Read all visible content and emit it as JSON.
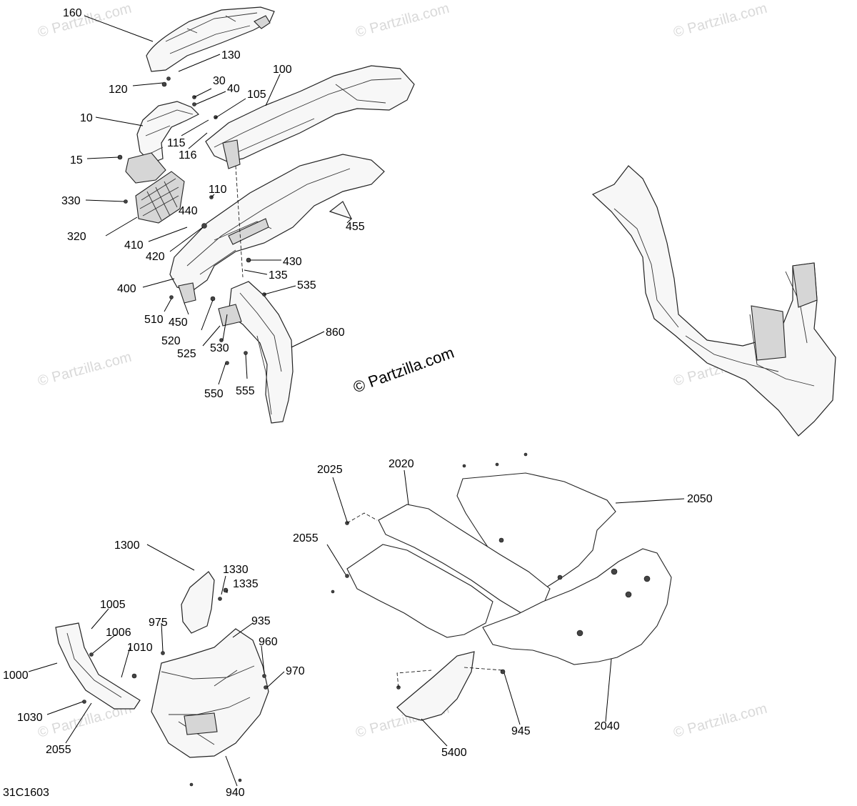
{
  "watermark_text": "© Partzilla.com",
  "brand_text": "© Partzilla.com",
  "diagram_code": "31C1603",
  "callouts": [
    {
      "id": "160",
      "text": "160"
    },
    {
      "id": "130",
      "text": "130"
    },
    {
      "id": "120",
      "text": "120"
    },
    {
      "id": "30",
      "text": "30"
    },
    {
      "id": "40",
      "text": "40"
    },
    {
      "id": "100",
      "text": "100"
    },
    {
      "id": "105",
      "text": "105"
    },
    {
      "id": "10",
      "text": "10"
    },
    {
      "id": "115",
      "text": "115"
    },
    {
      "id": "116",
      "text": "116"
    },
    {
      "id": "15",
      "text": "15"
    },
    {
      "id": "110",
      "text": "110"
    },
    {
      "id": "330",
      "text": "330"
    },
    {
      "id": "440",
      "text": "440"
    },
    {
      "id": "455",
      "text": "455"
    },
    {
      "id": "320",
      "text": "320"
    },
    {
      "id": "410",
      "text": "410"
    },
    {
      "id": "420",
      "text": "420"
    },
    {
      "id": "430",
      "text": "430"
    },
    {
      "id": "135",
      "text": "135"
    },
    {
      "id": "400",
      "text": "400"
    },
    {
      "id": "535",
      "text": "535"
    },
    {
      "id": "510",
      "text": "510"
    },
    {
      "id": "450",
      "text": "450"
    },
    {
      "id": "520",
      "text": "520"
    },
    {
      "id": "860",
      "text": "860"
    },
    {
      "id": "525",
      "text": "525"
    },
    {
      "id": "530",
      "text": "530"
    },
    {
      "id": "550",
      "text": "550"
    },
    {
      "id": "555",
      "text": "555"
    },
    {
      "id": "2025",
      "text": "2025"
    },
    {
      "id": "2020",
      "text": "2020"
    },
    {
      "id": "2050",
      "text": "2050"
    },
    {
      "id": "2055a",
      "text": "2055"
    },
    {
      "id": "1300",
      "text": "1300"
    },
    {
      "id": "1330",
      "text": "1330"
    },
    {
      "id": "1335",
      "text": "1335"
    },
    {
      "id": "1005",
      "text": "1005"
    },
    {
      "id": "935",
      "text": "935"
    },
    {
      "id": "1006",
      "text": "1006"
    },
    {
      "id": "975",
      "text": "975"
    },
    {
      "id": "960",
      "text": "960"
    },
    {
      "id": "1010",
      "text": "1010"
    },
    {
      "id": "1000",
      "text": "1000"
    },
    {
      "id": "970",
      "text": "970"
    },
    {
      "id": "1030",
      "text": "1030"
    },
    {
      "id": "2055b",
      "text": "2055"
    },
    {
      "id": "5400",
      "text": "5400"
    },
    {
      "id": "945",
      "text": "945"
    },
    {
      "id": "2040",
      "text": "2040"
    },
    {
      "id": "940",
      "text": "940"
    }
  ]
}
